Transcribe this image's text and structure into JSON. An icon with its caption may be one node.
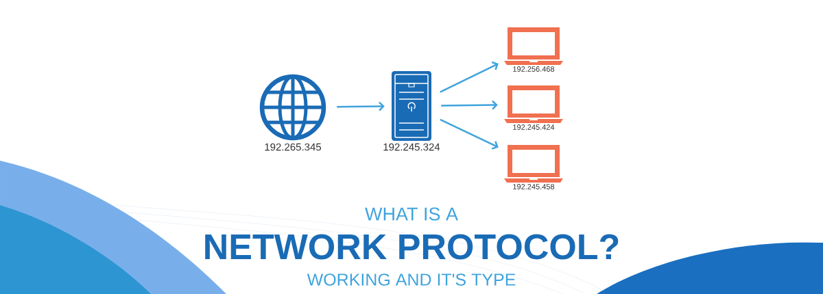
{
  "diagram": {
    "title": "NETWORK PROTOCOL?",
    "nodes": [
      {
        "text": [],
        "shape": "globe",
        "beside": [
          "192.265.345"
        ]
      },
      {
        "text": [],
        "shape": "server",
        "beside": [
          "192.245.324"
        ]
      },
      {
        "text": [],
        "shape": "laptop",
        "beside": [
          "192.256.468"
        ]
      },
      {
        "text": [],
        "shape": "laptop",
        "beside": [
          "192.245.424"
        ]
      },
      {
        "text": [],
        "shape": "laptop",
        "beside": [
          "192.245.458"
        ]
      }
    ],
    "edges": [
      {
        "from": 0,
        "to": 1,
        "arrow": "to"
      },
      {
        "from": 1,
        "to": 2,
        "arrow": "to"
      },
      {
        "from": 1,
        "to": 3,
        "arrow": "to"
      },
      {
        "from": 1,
        "to": 4,
        "arrow": "to"
      }
    ],
    "labels": [
      "WHAT IS A",
      "WORKING AND IT'S TYPE"
    ]
  }
}
